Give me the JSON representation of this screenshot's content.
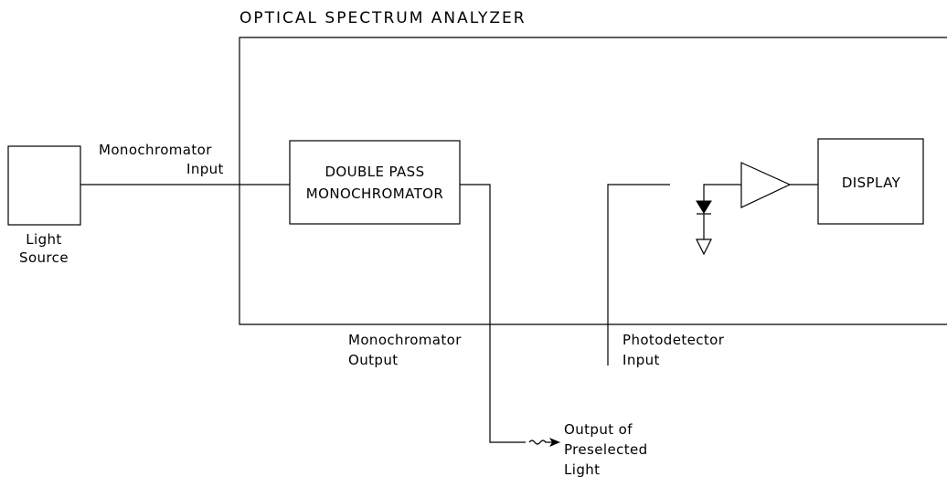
{
  "diagram": {
    "title": "OPTICAL  SPECTRUM  ANALYZER",
    "light_source": {
      "line1": "Light",
      "line2": "Source"
    },
    "monochromator_input": {
      "line1": "Monochromator",
      "line2": "Input"
    },
    "monochromator": {
      "line1": "DOUBLE  PASS",
      "line2": "MONOCHROMATOR"
    },
    "monochromator_output": {
      "line1": "Monochromator",
      "line2": "Output"
    },
    "photodetector_input": {
      "line1": "Photodetector",
      "line2": "Input"
    },
    "display": {
      "label": "DISPLAY"
    },
    "preselected_output": {
      "line1": "Output  of",
      "line2": "Preselected",
      "line3": "Light"
    }
  }
}
